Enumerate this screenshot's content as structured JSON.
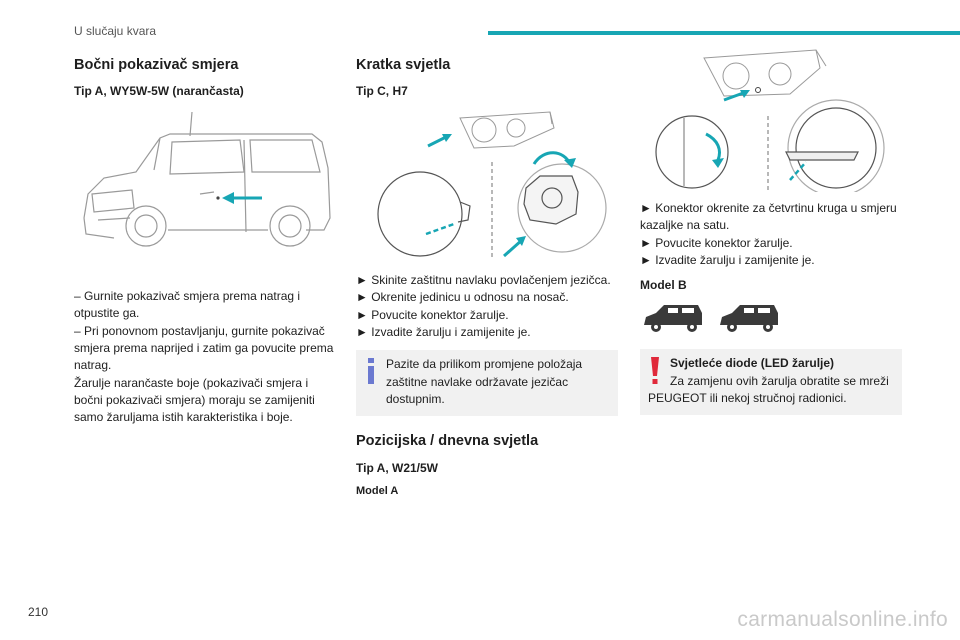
{
  "header": {
    "title": "U slučaju kvara",
    "accent_color": "#17a6b4"
  },
  "page_number": "210",
  "col1": {
    "heading": "Bočni pokazivač smjera",
    "subheading": "Tip A, WY5W-5W (narančasta)",
    "lines": [
      "– Gurnite pokazivač smjera prema natrag i otpustite ga.",
      "– Pri ponovnom postavljanju, gurnite pokazivač smjera prema naprijed i zatim ga povucite prema natrag.",
      "Žarulje narančaste boje (pokazivači smjera i bočni pokazivači smjera) moraju se zamijeniti samo žaruljama istih karakteristika i boje."
    ]
  },
  "col2": {
    "heading": "Kratka svjetla",
    "subheading": "Tip C, H7",
    "steps": [
      "► Skinite zaštitnu navlaku povlačenjem jezičca.",
      "► Okrenite jedinicu u odnosu na nosač.",
      "► Povucite konektor žarulje.",
      "► Izvadite žarulju i zamijenite je."
    ],
    "info_note": "Pazite da prilikom promjene položaja zaštitne navlake održavate jezičac dostupnim.",
    "heading2": "Pozicijska / dnevna svjetla",
    "subheading2": "Tip A, W21/5W",
    "model": "Model A"
  },
  "col3": {
    "steps": [
      "► Konektor okrenite za četvrtinu kruga u smjeru kazaljke na satu.",
      "► Povucite konektor žarulje.",
      "► Izvadite žarulju i zamijenite je."
    ],
    "model": "Model B",
    "warning_title": "Svjetleće diode (LED žarulje)",
    "warning_text": "Za zamjenu ovih žarulja obratite se mreži PEUGEOT ili nekoj stručnoj radionici."
  },
  "icons": {
    "info": "info-icon",
    "warning": "exclamation-icon",
    "info_color": "#6b79d0",
    "warning_color": "#e0293a"
  },
  "watermark": "carmanualsonline.info"
}
